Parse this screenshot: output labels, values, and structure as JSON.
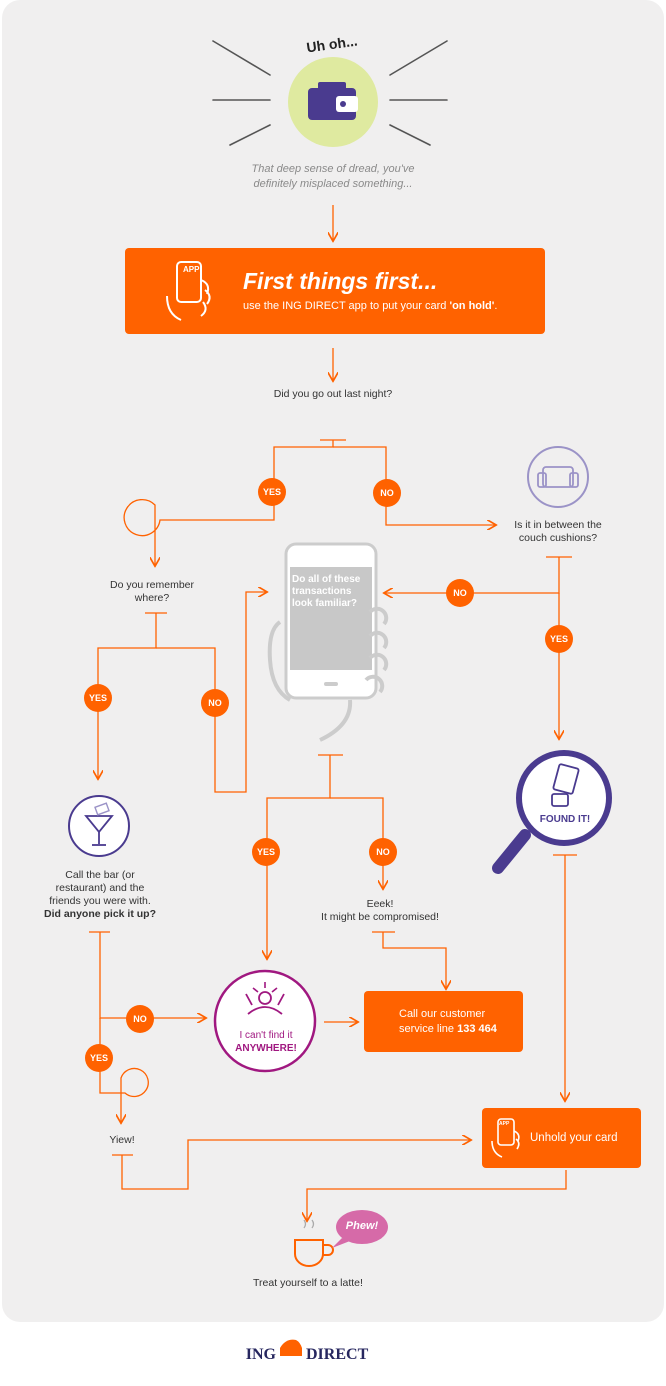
{
  "header": {
    "exclaim": "Uh oh...",
    "subtitle_line1": "That deep sense of dread, you've",
    "subtitle_line2": "definitely misplaced something..."
  },
  "first_box": {
    "app_label": "APP",
    "title": "First things first...",
    "line_prefix": "use the ING DIRECT app to put your card ",
    "line_bold": "'on hold'",
    "line_suffix": "."
  },
  "questions": {
    "went_out": "Did you go out last night?",
    "remember_line1": "Do you remember",
    "remember_line2": "where?",
    "couch_line1": "Is it in between the",
    "couch_line2": "couch cushions?",
    "transactions": "Do all of these transactions look familiar?",
    "call_bar_line1": "Call the bar (or",
    "call_bar_line2": "restaurant) and the",
    "call_bar_line3": "friends you were with.",
    "call_bar_bold": "Did anyone pick it up?",
    "eeek_line1": "Eeek!",
    "eeek_line2": "It might be compromised!",
    "yiew": "Yiew!",
    "latte": "Treat yourself to a latte!"
  },
  "labels": {
    "yes": "YES",
    "no": "NO",
    "found_it": "FOUND IT!",
    "cant_find_line1": "I can't find it",
    "cant_find_line2": "ANYWHERE!",
    "phew": "Phew!"
  },
  "boxes": {
    "call_line1": "Call our customer",
    "call_line2_prefix": "service line ",
    "call_number": "133 464",
    "unhold": "Unhold your card",
    "unhold_app": "APP"
  },
  "footer": {
    "brand_left": "ING",
    "brand_right": "DIRECT"
  },
  "colors": {
    "orange": "#ff6200",
    "purple": "#4a3b8f",
    "magenta": "#a01880",
    "lime": "#dfeaa0",
    "pink": "#d66aa8",
    "grey_line": "#555555",
    "panel": "#f0efef"
  }
}
